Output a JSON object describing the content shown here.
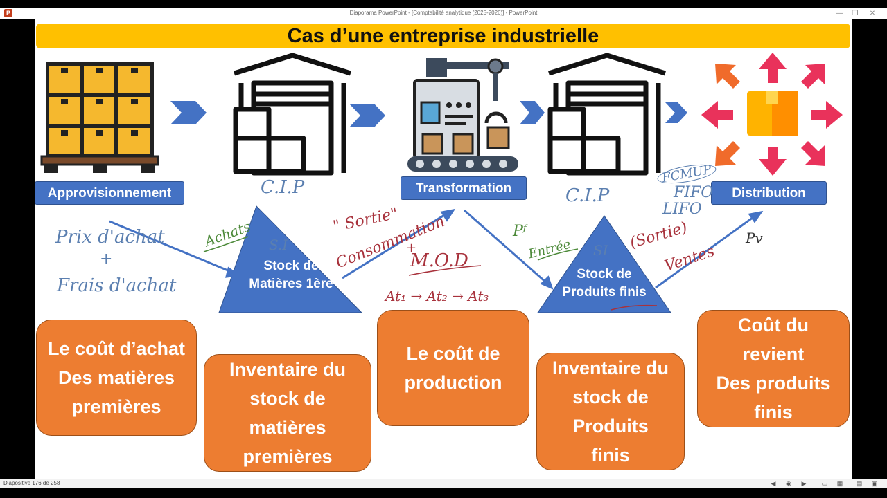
{
  "window": {
    "title": "Diaporama PowerPoint - [Comptabilité analytique (2025-2026)] - PowerPoint",
    "app_icon": "P",
    "minimize": "—",
    "restore": "❐",
    "close": "✕"
  },
  "slide": {
    "title": "Cas d’une entreprise industrielle",
    "stages": {
      "approvisionnement": "Approvisionnement",
      "transformation": "Transformation",
      "distribution": "Distribution"
    },
    "triangles": {
      "stock_mp": [
        "Stock de",
        "Matières 1ère"
      ],
      "stock_pf": [
        "Stock de",
        "Produits finis"
      ]
    },
    "boxes": {
      "cout_achat": [
        "Le coût d’achat",
        "Des matières",
        "premières"
      ],
      "inventaire_mp": [
        "Inventaire du",
        "stock de",
        "matières",
        "premières"
      ],
      "cout_production": [
        "Le coût de",
        "production"
      ],
      "inventaire_pf": [
        "Inventaire du",
        "stock de",
        "Produits",
        "finis"
      ],
      "cout_revient": [
        "Coût du",
        "revient",
        "Des produits",
        "finis"
      ]
    },
    "annotations": {
      "cip1": "C.I.P",
      "cip2": "C.I.P",
      "si1": "S.I",
      "si2": "SI",
      "prix_achat": "Prix d'achat",
      "plus1": "+",
      "frais_achat": "Frais d'achat",
      "achats": "Achats",
      "sortie": "\" Sortie\"",
      "consommation": "Consommation",
      "plus2": "+",
      "mod": "M.O.D",
      "ateliers": "At₁ → At₂ → At₃",
      "pf": "Pᶠ",
      "entree": "Entrée",
      "sortie_ventes": "(Sortie)",
      "ventes": "Ventes",
      "pv": "Pv",
      "fcmup": "FCMUP",
      "fifo": "FIFO",
      "lifo": "LIFO"
    }
  },
  "status": {
    "slide_counter": "Diapositive 176 de 258"
  },
  "colors": {
    "title_bg": "#ffc000",
    "stage_blue": "#4472c4",
    "box_orange": "#ed7d31",
    "chevron_blue": "#4472c4"
  },
  "icons": [
    "pallet-boxes-icon",
    "warehouse-icon",
    "factory-robot-icon",
    "warehouse-icon",
    "distribution-arrows-icon"
  ]
}
